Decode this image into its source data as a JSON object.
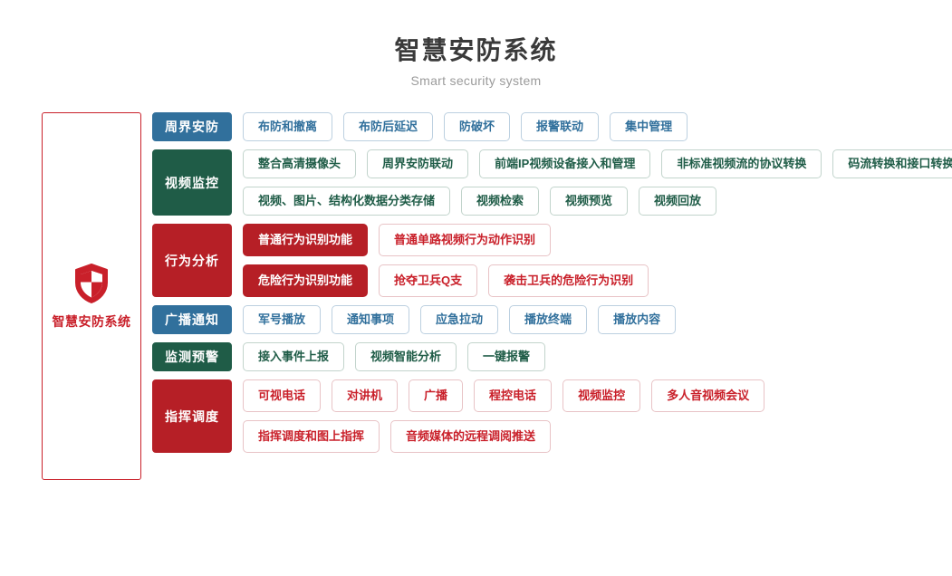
{
  "header": {
    "title": "智慧安防系统",
    "subtitle": "Smart security system"
  },
  "system_panel": {
    "icon": "shield-icon",
    "label": "智慧安防系统",
    "color": "#c9202a"
  },
  "colors": {
    "blue": "#31709c",
    "green": "#1f5c47",
    "red": "#b61f26",
    "red_text": "#c9202a",
    "title": "#3a3a3a",
    "subtitle": "#9b9b9b"
  },
  "groups": [
    {
      "category": "周界安防",
      "theme": "blue",
      "rows": [
        [
          {
            "label": "布防和撤离",
            "style": "outline"
          },
          {
            "label": "布防后延迟",
            "style": "outline"
          },
          {
            "label": "防破坏",
            "style": "outline"
          },
          {
            "label": "报警联动",
            "style": "outline"
          },
          {
            "label": "集中管理",
            "style": "outline"
          }
        ]
      ]
    },
    {
      "category": "视频监控",
      "theme": "green",
      "rows": [
        [
          {
            "label": "整合高清摄像头",
            "style": "outline"
          },
          {
            "label": "周界安防联动",
            "style": "outline"
          },
          {
            "label": "前端IP视频设备接入和管理",
            "style": "outline"
          },
          {
            "label": "非标准视频流的协议转换",
            "style": "outline"
          },
          {
            "label": "码流转换和接口转换",
            "style": "outline"
          }
        ],
        [
          {
            "label": "视频、图片、结构化数据分类存储",
            "style": "outline"
          },
          {
            "label": "视频检索",
            "style": "outline"
          },
          {
            "label": "视频预览",
            "style": "outline"
          },
          {
            "label": "视频回放",
            "style": "outline"
          }
        ]
      ]
    },
    {
      "category": "行为分析",
      "theme": "red",
      "rows": [
        [
          {
            "label": "普通行为识别功能",
            "style": "solid"
          },
          {
            "label": "普通单路视频行为动作识别",
            "style": "outline"
          }
        ],
        [
          {
            "label": "危险行为识别功能",
            "style": "solid"
          },
          {
            "label": "抢夺卫兵Q支",
            "style": "outline"
          },
          {
            "label": "袭击卫兵的危险行为识别",
            "style": "outline"
          }
        ]
      ]
    },
    {
      "category": "广播通知",
      "theme": "blue",
      "rows": [
        [
          {
            "label": "军号播放",
            "style": "outline"
          },
          {
            "label": "通知事项",
            "style": "outline"
          },
          {
            "label": "应急拉动",
            "style": "outline"
          },
          {
            "label": "播放终端",
            "style": "outline"
          },
          {
            "label": "播放内容",
            "style": "outline"
          }
        ]
      ]
    },
    {
      "category": "监测预警",
      "theme": "green",
      "rows": [
        [
          {
            "label": "接入事件上报",
            "style": "outline"
          },
          {
            "label": "视频智能分析",
            "style": "outline"
          },
          {
            "label": "一键报警",
            "style": "outline"
          }
        ]
      ]
    },
    {
      "category": "指挥调度",
      "theme": "red",
      "rows": [
        [
          {
            "label": "可视电话",
            "style": "outline"
          },
          {
            "label": "对讲机",
            "style": "outline"
          },
          {
            "label": "广播",
            "style": "outline"
          },
          {
            "label": "程控电话",
            "style": "outline"
          },
          {
            "label": "视频监控",
            "style": "outline"
          },
          {
            "label": "多人音视频会议",
            "style": "outline"
          }
        ],
        [
          {
            "label": "指挥调度和图上指挥",
            "style": "outline"
          },
          {
            "label": "音频媒体的远程调阅推送",
            "style": "outline"
          }
        ]
      ]
    }
  ]
}
